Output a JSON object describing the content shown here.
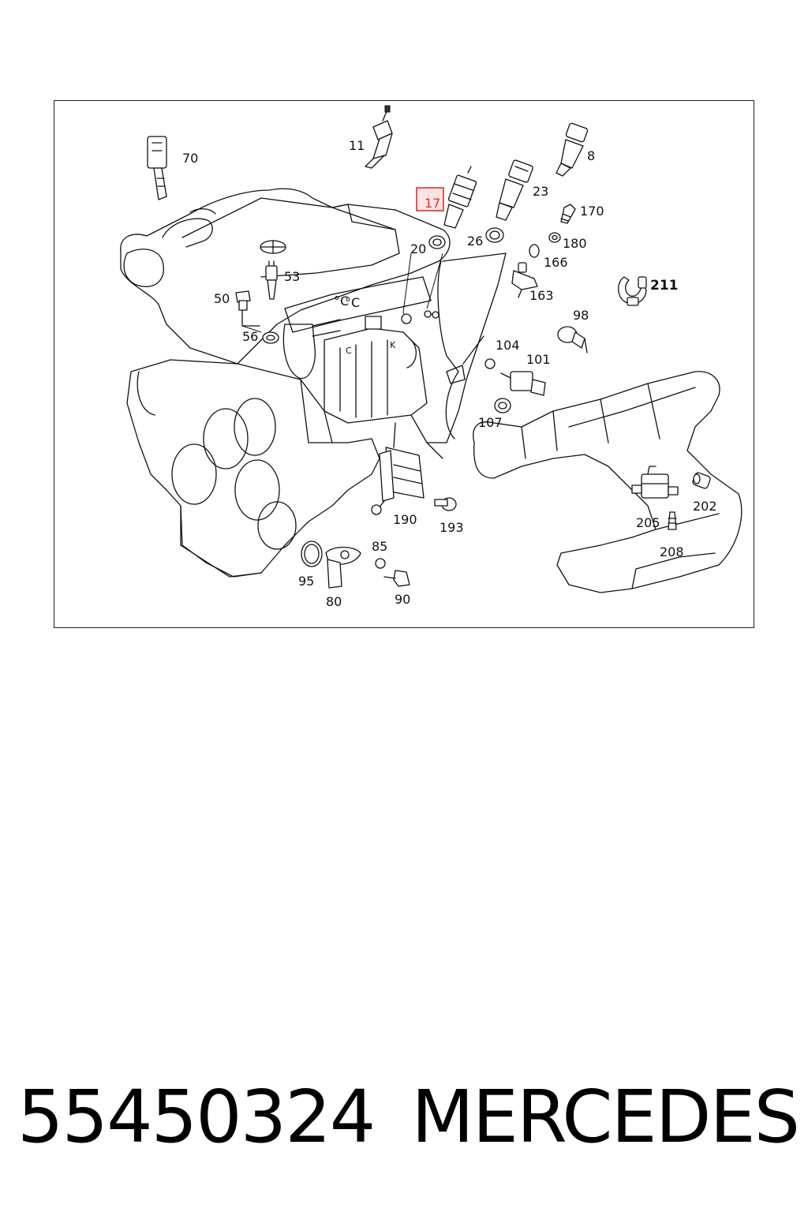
{
  "diagram": {
    "highlight_color": "#d9332c",
    "highlighted_part": "17",
    "part_labels": {
      "p70": "70",
      "p11": "11",
      "p8": "8",
      "p17": "17",
      "p23": "23",
      "p170": "170",
      "p20": "20",
      "p26": "26",
      "p180": "180",
      "p166": "166",
      "p53": "53",
      "p211": "211",
      "p50": "50",
      "p163": "163",
      "p98": "98",
      "p56": "56",
      "p104": "104",
      "p101": "101",
      "p107": "107",
      "p202": "202",
      "p190": "190",
      "p193": "193",
      "p205": "205",
      "p85": "85",
      "p208": "208",
      "p95": "95",
      "p80": "80",
      "p90": "90"
    },
    "engine_markings": [
      "°C",
      "°C",
      "C",
      "K"
    ]
  },
  "caption": {
    "part_number": "55450324",
    "brand": "MERCEDES"
  }
}
